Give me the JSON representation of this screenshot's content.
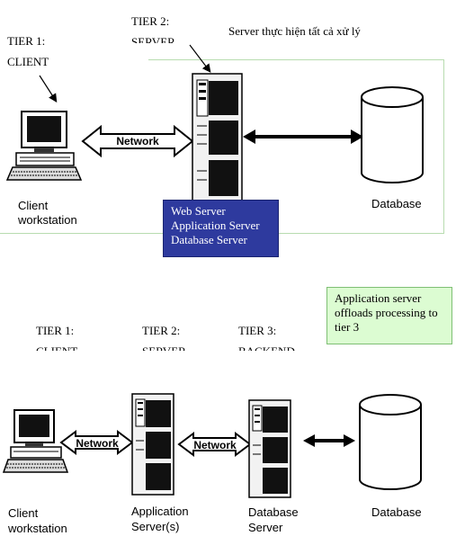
{
  "top_diagram": {
    "tier1": {
      "line1": "TIER 1:",
      "line2": "CLIENT"
    },
    "tier2": {
      "line1": "TIER 2:",
      "line2": "SERVER"
    },
    "note": "Server thực hiện tất cả xử lý",
    "network_label": "Network",
    "client_label": {
      "line1": "Client",
      "line2": "workstation"
    },
    "database_label": "Database",
    "server_roles": [
      "Web Server",
      "Application Server",
      "Database Server"
    ]
  },
  "bottom_diagram": {
    "tier1": {
      "line1": "TIER 1:",
      "line2": "CLIENT"
    },
    "tier2": {
      "line1": "TIER 2:",
      "line2": "SERVER"
    },
    "tier3": {
      "line1": "TIER 3:",
      "line2": "BACKEND"
    },
    "note": "Application server offloads processing to tier 3",
    "network_label_1": "Network",
    "network_label_2": "Network",
    "client_label": {
      "line1": "Client",
      "line2": "workstation"
    },
    "app_server_label": {
      "line1": "Application",
      "line2": "Server(s)"
    },
    "db_server_label": {
      "line1": "Database",
      "line2": "Server"
    },
    "database_label": "Database"
  },
  "colors": {
    "server_box": "#2e3a9e",
    "note_box": "#dcfcd2",
    "frame": "#b8dcb0"
  }
}
